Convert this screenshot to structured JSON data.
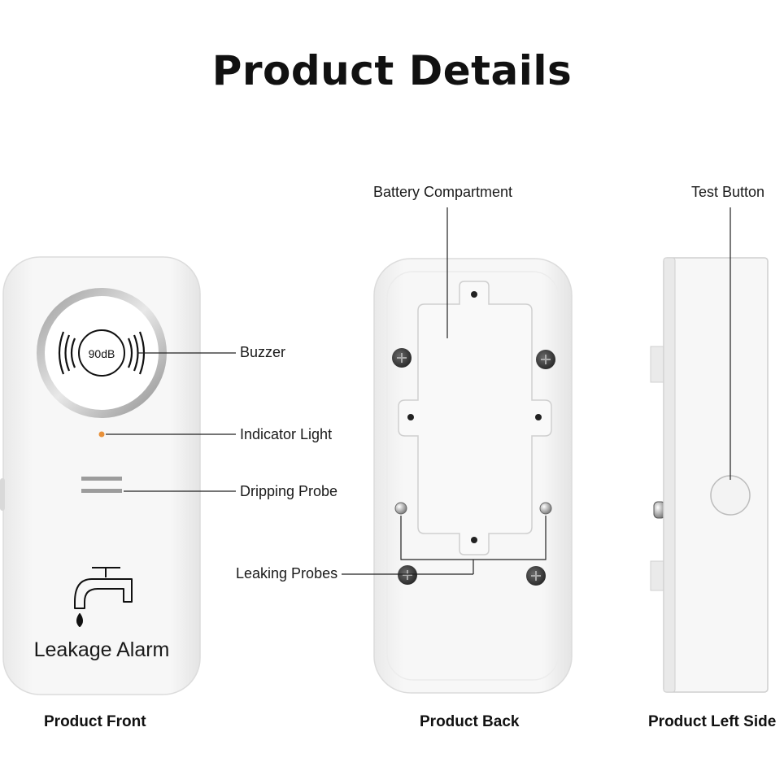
{
  "page": {
    "title": "Product Details"
  },
  "callouts": {
    "battery_compartment": "Battery Compartment",
    "test_button": "Test Button",
    "buzzer": "Buzzer",
    "indicator_light": "Indicator Light",
    "dripping_probe": "Dripping Probe",
    "leaking_probes": "Leaking Probes"
  },
  "device_front": {
    "decibel_label": "90dB",
    "product_name": "Leakage Alarm",
    "faucet_icon": "faucet-icon",
    "indicator_color": "#e8913a"
  },
  "view_labels": {
    "front": "Product Front",
    "back": "Product Back",
    "left_side": "Product Left Side"
  }
}
